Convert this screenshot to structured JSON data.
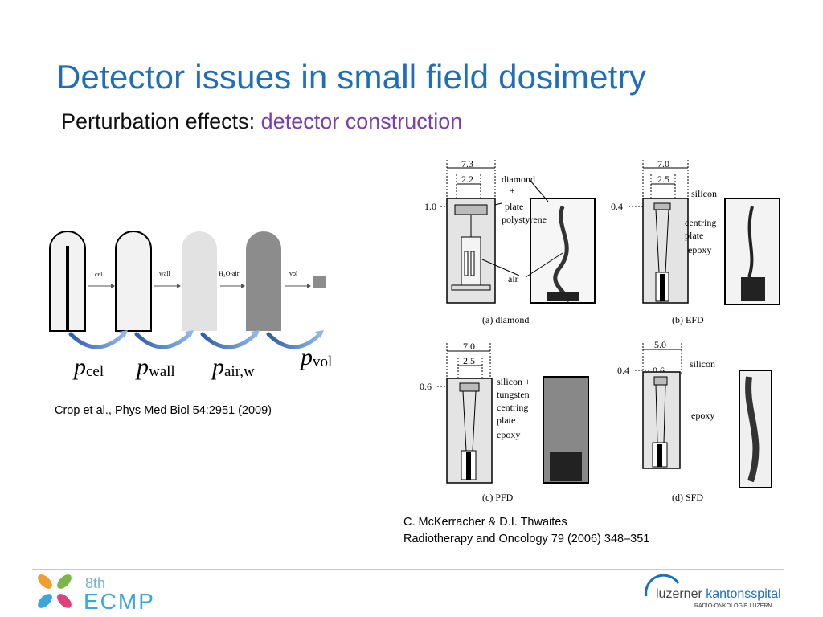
{
  "slide": {
    "title": "Detector issues in small field dosimetry",
    "subtitle_prefix": "Perturbation effects: ",
    "subtitle_accent": "detector construction"
  },
  "left_figure": {
    "step_labels": [
      "cel",
      "wall",
      "H₂O-air",
      "vol"
    ],
    "factors": [
      {
        "base": "p",
        "sub": "cel"
      },
      {
        "base": "p",
        "sub": "wall"
      },
      {
        "base": "p",
        "sub": "air,w"
      },
      {
        "base": "p",
        "sub": "vol"
      }
    ],
    "citation": "Crop et al., Phys Med Biol 54:2951 (2009)"
  },
  "right_figure": {
    "panels": [
      {
        "caption": "(a) diamond",
        "dims": [
          "7.3",
          "2.2",
          "1.0"
        ],
        "labels": [
          "diamond",
          "+",
          "plate",
          "polystyrene",
          "air"
        ]
      },
      {
        "caption": "(b) EFD",
        "dims": [
          "7.0",
          "2.5",
          "0.4"
        ],
        "labels": [
          "silicon",
          "centring",
          "plate",
          "epoxy"
        ]
      },
      {
        "caption": "(c) PFD",
        "dims": [
          "7.0",
          "2.5",
          "0.6"
        ],
        "labels": [
          "silicon +",
          "tungsten",
          "centring",
          "plate",
          "epoxy"
        ]
      },
      {
        "caption": "(d) SFD",
        "dims": [
          "5.0",
          "0.6",
          "0.4"
        ],
        "labels": [
          "silicon",
          "epoxy"
        ]
      }
    ],
    "citation_line1": "C. McKerracher & D.I. Thwaites",
    "citation_line2": "Radiotherapy and Oncology 79 (2006) 348–351"
  },
  "footer": {
    "ecmp_top": "8th",
    "ecmp_bottom": "ECMP",
    "hospital_part1": "luzerner ",
    "hospital_part2": "kantonsspital",
    "hospital_sub": "RADIO-ONKOLOGIE LUZERN"
  }
}
